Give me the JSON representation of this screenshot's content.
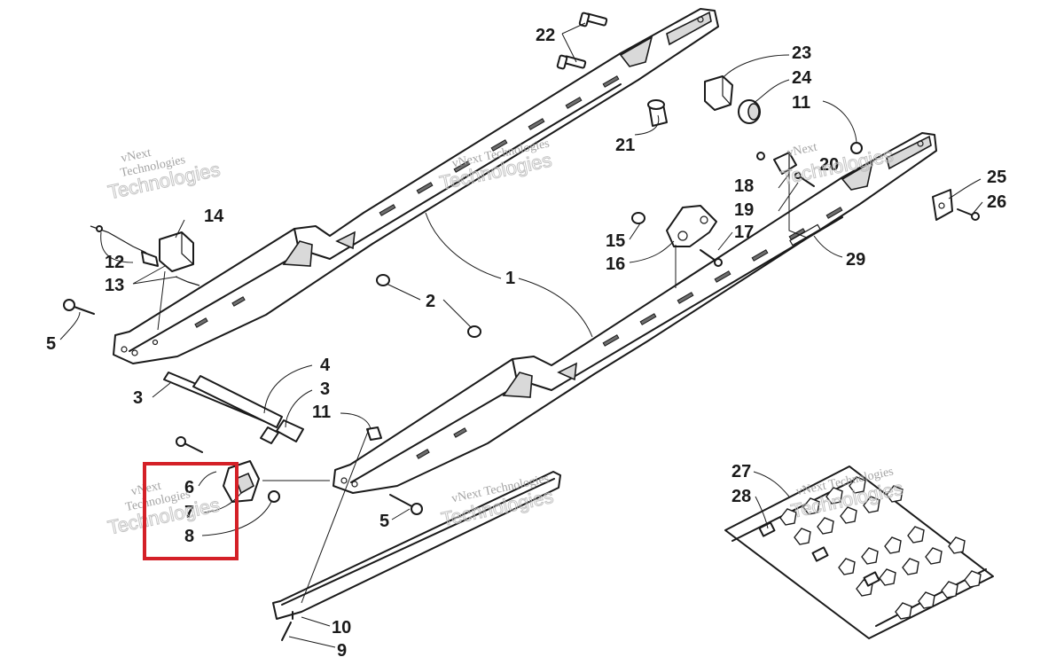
{
  "watermark": {
    "line1": "vNext",
    "line2": "Technologies",
    "combined": "vNext Technologies"
  },
  "highlight_color": "#d42027",
  "callouts": [
    {
      "id": "22"
    },
    {
      "id": "23"
    },
    {
      "id": "24"
    },
    {
      "id": "11"
    },
    {
      "id": "21"
    },
    {
      "id": "20"
    },
    {
      "id": "18"
    },
    {
      "id": "19"
    },
    {
      "id": "25"
    },
    {
      "id": "26"
    },
    {
      "id": "14"
    },
    {
      "id": "12"
    },
    {
      "id": "13"
    },
    {
      "id": "15"
    },
    {
      "id": "16"
    },
    {
      "id": "17"
    },
    {
      "id": "29"
    },
    {
      "id": "1"
    },
    {
      "id": "2"
    },
    {
      "id": "5"
    },
    {
      "id": "4"
    },
    {
      "id": "3"
    },
    {
      "id": "3"
    },
    {
      "id": "11"
    },
    {
      "id": "6"
    },
    {
      "id": "7"
    },
    {
      "id": "8"
    },
    {
      "id": "5"
    },
    {
      "id": "27"
    },
    {
      "id": "28"
    },
    {
      "id": "10"
    },
    {
      "id": "9"
    }
  ]
}
